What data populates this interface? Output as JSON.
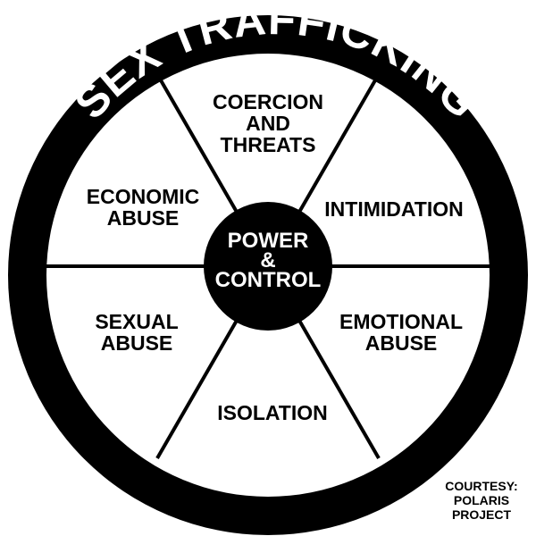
{
  "title": "SEX TRAFFICKING",
  "hub": [
    "POWER",
    "&",
    "CONTROL"
  ],
  "segments": {
    "coercion": [
      "COERCION",
      "AND",
      "THREATS"
    ],
    "intimidation": [
      "INTIMIDATION"
    ],
    "emotional": [
      "EMOTIONAL",
      "ABUSE"
    ],
    "isolation": [
      "ISOLATION"
    ],
    "sexual": [
      "SEXUAL",
      "ABUSE"
    ],
    "economic": [
      "ECONOMIC",
      "ABUSE"
    ]
  },
  "credit": [
    "COURTESY:",
    "POLARIS",
    "PROJECT"
  ],
  "colors": {
    "ink": "#000000",
    "paper": "#ffffff"
  }
}
